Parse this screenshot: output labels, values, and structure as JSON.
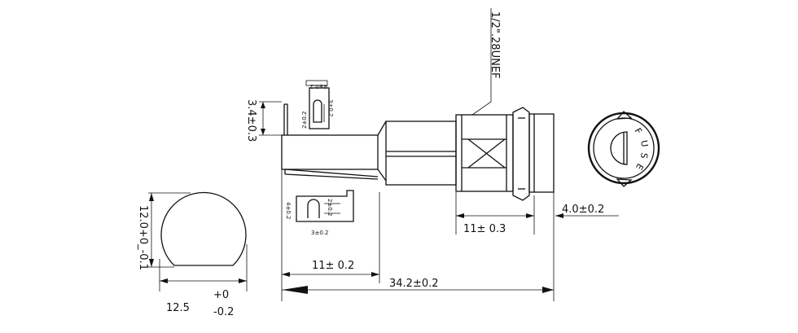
{
  "dimensions": {
    "total_length": "34.2±0.2",
    "body_length": "11± 0.2",
    "thread_length": "11± 0.3",
    "cap_length": "4.0±0.2",
    "terminal_height": "3.4±0.3",
    "end_width": "12.5",
    "end_tol_plus": "+0",
    "end_tol_minus": "-0.2",
    "end_height": "12.0+0_-0.1"
  },
  "thread_spec": "1/2\".28UNEF",
  "terminal_top": {
    "w": "4±0.2",
    "h": "3±0.2",
    "slot": "2±0.2"
  },
  "terminal_side": {
    "w": "4±0.2",
    "h": "3±0.2",
    "slot": "2±0.2"
  },
  "cap_label": [
    "F",
    "U",
    "S",
    "E"
  ]
}
